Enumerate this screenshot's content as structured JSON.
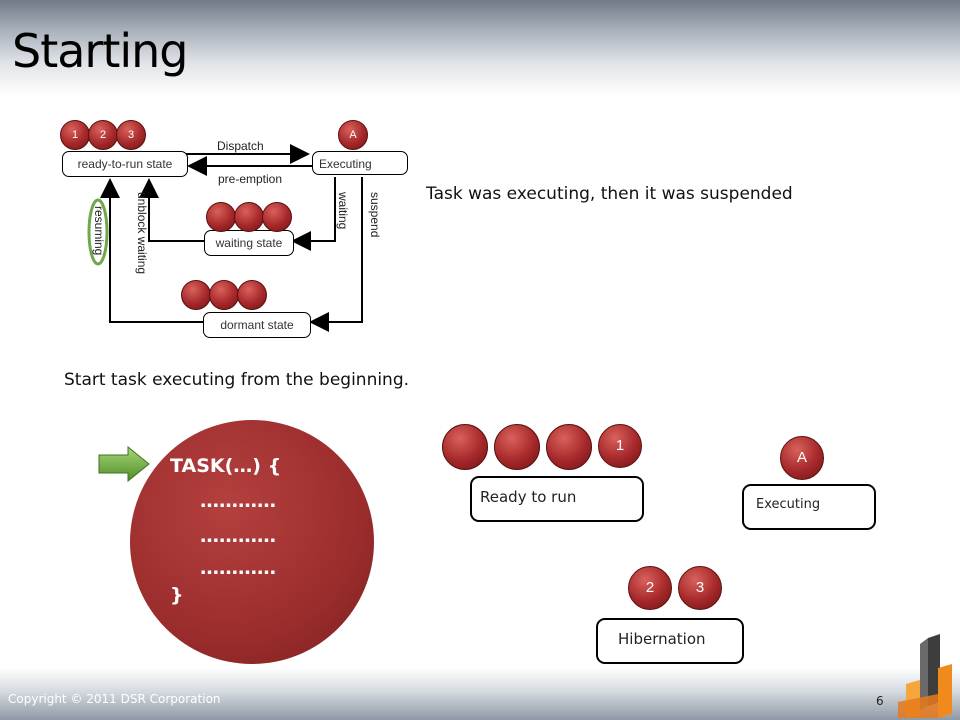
{
  "slide": {
    "title": "Starting",
    "copyright": "Copyright © 2011 DSR Corporation",
    "page_number": "6"
  },
  "diagram": {
    "states": {
      "ready": "ready-to-run state",
      "executing": "Executing",
      "waiting": "waiting state",
      "dormant": "dormant state"
    },
    "arrows": {
      "dispatch": "Dispatch",
      "preemption": "pre-emption",
      "unblock": "unblock waiting",
      "resuming": "resuming",
      "waiting": "waiting",
      "suspend": "suspend"
    },
    "ready_tasks": [
      "1",
      "2",
      "3"
    ],
    "executing_task": "A"
  },
  "notes": {
    "top": "Task was executing, then it was suspended",
    "middle": "Start task executing from the beginning."
  },
  "task_code": {
    "header": "TASK(…) {",
    "lines": [
      "…………",
      "…………",
      "…………"
    ],
    "footer": "}"
  },
  "lower": {
    "ready_label": "Ready to run",
    "ready_task": "1",
    "executing_label": "Executing",
    "executing_task": "A",
    "hibernation_label": "Hibernation",
    "hibernation_tasks": [
      "2",
      "3"
    ]
  },
  "colors": {
    "ball": "#a5282a",
    "arrow_green": "#6cae3c",
    "highlight_ring": "#6fa84a"
  }
}
